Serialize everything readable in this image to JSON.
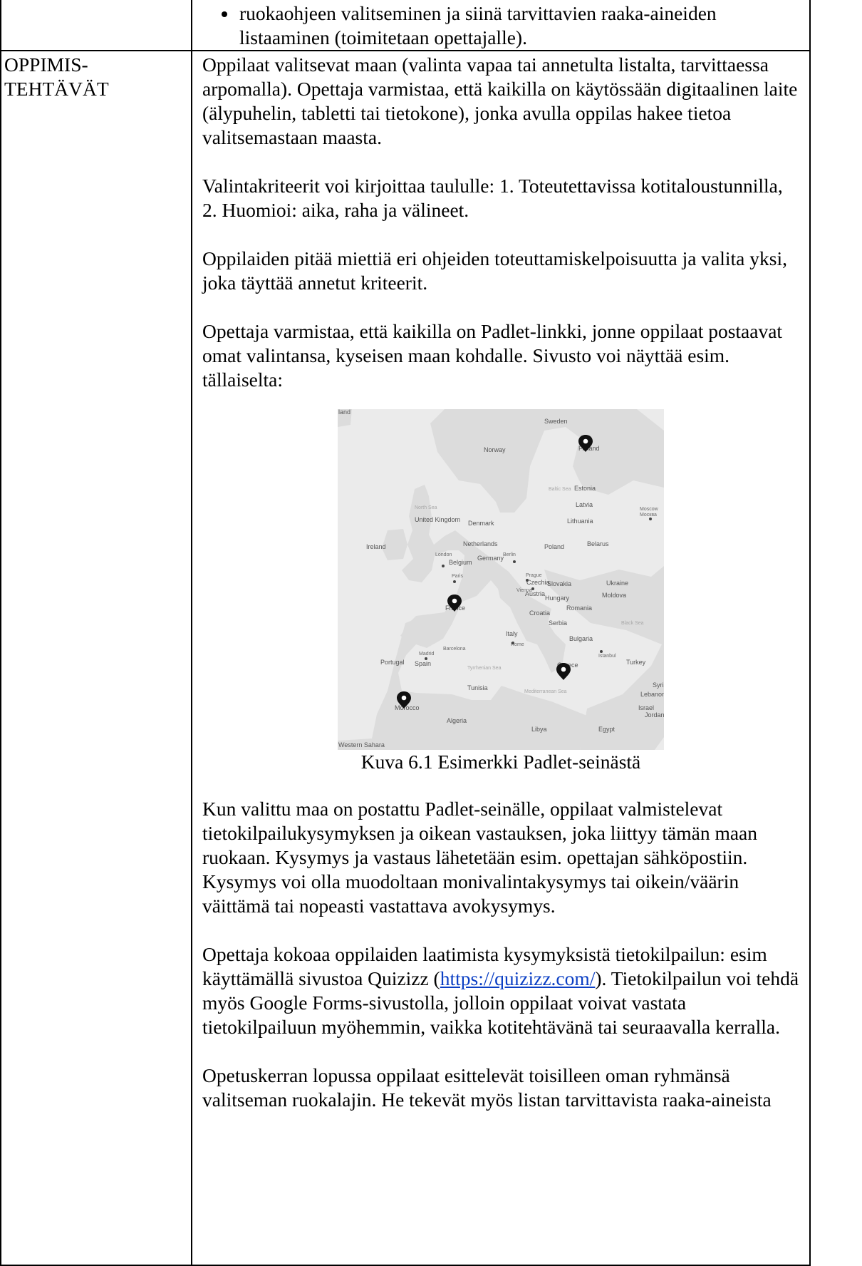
{
  "top_row": {
    "bullet": "ruokaohjeen valitseminen ja siinä tarvittavien raaka-aineiden listaaminen (toimitetaan opettajalle)."
  },
  "section_label": "OPPIMIS-\nTEHTÄVÄT",
  "paragraphs": {
    "p1": "Oppilaat valitsevat maan (valinta vapaa tai annetulta listalta, tarvittaessa arpomalla). Opettaja varmistaa, että kaikilla on käytössään digitaalinen laite (älypuhelin, tabletti tai tietokone), jonka avulla oppilas hakee tietoa valitsemastaan maasta.",
    "p2": "Valintakriteerit voi kirjoittaa taululle: 1. Toteutettavissa kotitaloustunnilla, 2. Huomioi: aika, raha ja välineet.",
    "p3": "Oppilaiden pitää miettiä eri ohjeiden toteuttamiskelpoisuutta ja valita yksi, joka täyttää annetut kriteerit.",
    "p4": "Opettaja varmistaa, että kaikilla on Padlet-linkki, jonne oppilaat postaavat omat valintansa, kyseisen maan kohdalle. Sivusto voi näyttää esim. tällaiselta:",
    "p5": "Kun valittu maa on postattu Padlet-seinälle, oppilaat valmistelevat tietokilpailukysymyksen ja oikean vastauksen, joka liittyy tämän maan ruokaan. Kysymys ja vastaus lähetetään esim. opettajan sähköpostiin. Kysymys voi olla muodoltaan monivalintakysymys tai oikein/väärin väittämä tai nopeasti vastattava avokysymys.",
    "p6_before": "Opettaja kokoaa oppilaiden laatimista kysymyksistä tietokilpailun: esim käyttämällä sivustoa Quizizz (",
    "p6_link": "https://quizizz.com/",
    "p6_after": "). Tietokilpailun voi tehdä myös Google Forms-sivustolla, jolloin oppilaat voivat vastata tietokilpailuun myöhemmin, vaikka kotitehtävänä tai seuraavalla kerralla.",
    "p7": "Opetuskerran lopussa oppilaat esittelevät toisilleen oman ryhmänsä valitseman ruokalajin. He tekevät myös listan tarvittavista raaka-aineista"
  },
  "figure": {
    "caption": "Kuva 6.1 Esimerkki Padlet-seinästä",
    "map": {
      "colors": {
        "land": "#dcdcdc",
        "sea": "#ebebeb",
        "pin": "#111111",
        "label": "#555555",
        "sealabel": "#a8a8a8"
      },
      "countries": [
        "Sweden",
        "Norway",
        "Finland",
        "Estonia",
        "Latvia",
        "Lithuania",
        "United Kingdom",
        "Denmark",
        "Ireland",
        "Netherlands",
        "Belgium",
        "Germany",
        "Poland",
        "Belarus",
        "Czechia",
        "Slovakia",
        "Austria",
        "Hungary",
        "Ukraine",
        "Moldova",
        "France",
        "Romania",
        "Croatia",
        "Serbia",
        "Italy",
        "Bulgaria",
        "Portugal",
        "Spain",
        "Greece",
        "Turkey",
        "Syria",
        "Lebanon",
        "Israel",
        "Jordan",
        "Tunisia",
        "Morocco",
        "Algeria",
        "Libya",
        "Egypt",
        "Western Sahara"
      ],
      "cities": [
        "Moscow",
        "Москва",
        "London",
        "Berlin",
        "Paris",
        "Prague",
        "Vienna",
        "Rome",
        "Madrid",
        "Barcelona",
        "Istanbul"
      ],
      "seas": [
        "North Sea",
        "Baltic Sea",
        "Black Sea",
        "Tyrrhenian Sea",
        "Mediterranean Sea"
      ],
      "partial_label": "land",
      "pins": [
        "Finland",
        "France",
        "Greece",
        "Morocco"
      ]
    }
  }
}
